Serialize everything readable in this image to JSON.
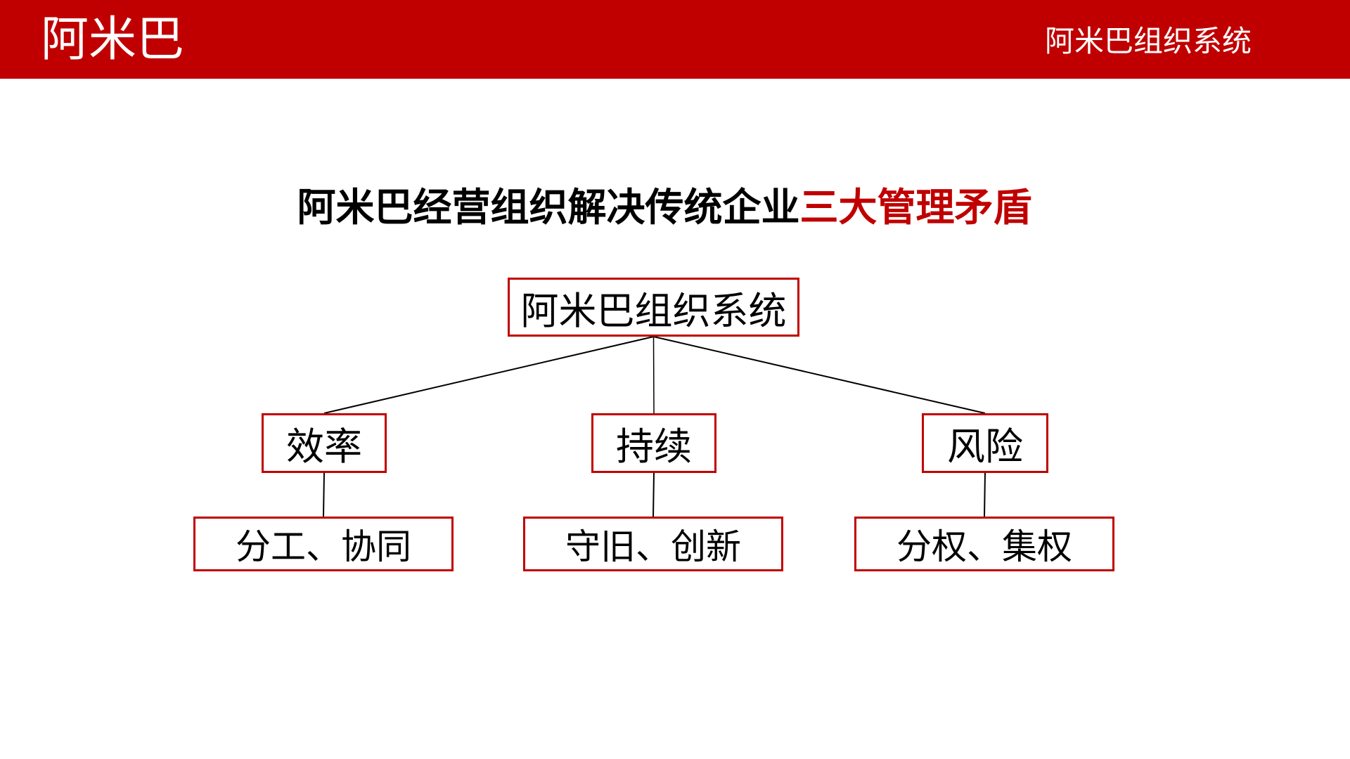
{
  "header": {
    "logo_text": "阿米巴",
    "right_text": "阿米巴组织系统"
  },
  "title": {
    "prefix": "阿米巴经营组织解决传统企业",
    "highlight": "三大管理矛盾"
  },
  "colors": {
    "brand_red": "#C00000",
    "title_highlight_red": "#C00000",
    "box_border_red": "#C00000",
    "connector_black": "#000000"
  },
  "diagram": {
    "root_label": "阿米巴组织系统",
    "branches": [
      {
        "label": "效率",
        "child_label": "分工、协同"
      },
      {
        "label": "持续",
        "child_label": "守旧、创新"
      },
      {
        "label": "风险",
        "child_label": "分权、集权"
      }
    ]
  }
}
